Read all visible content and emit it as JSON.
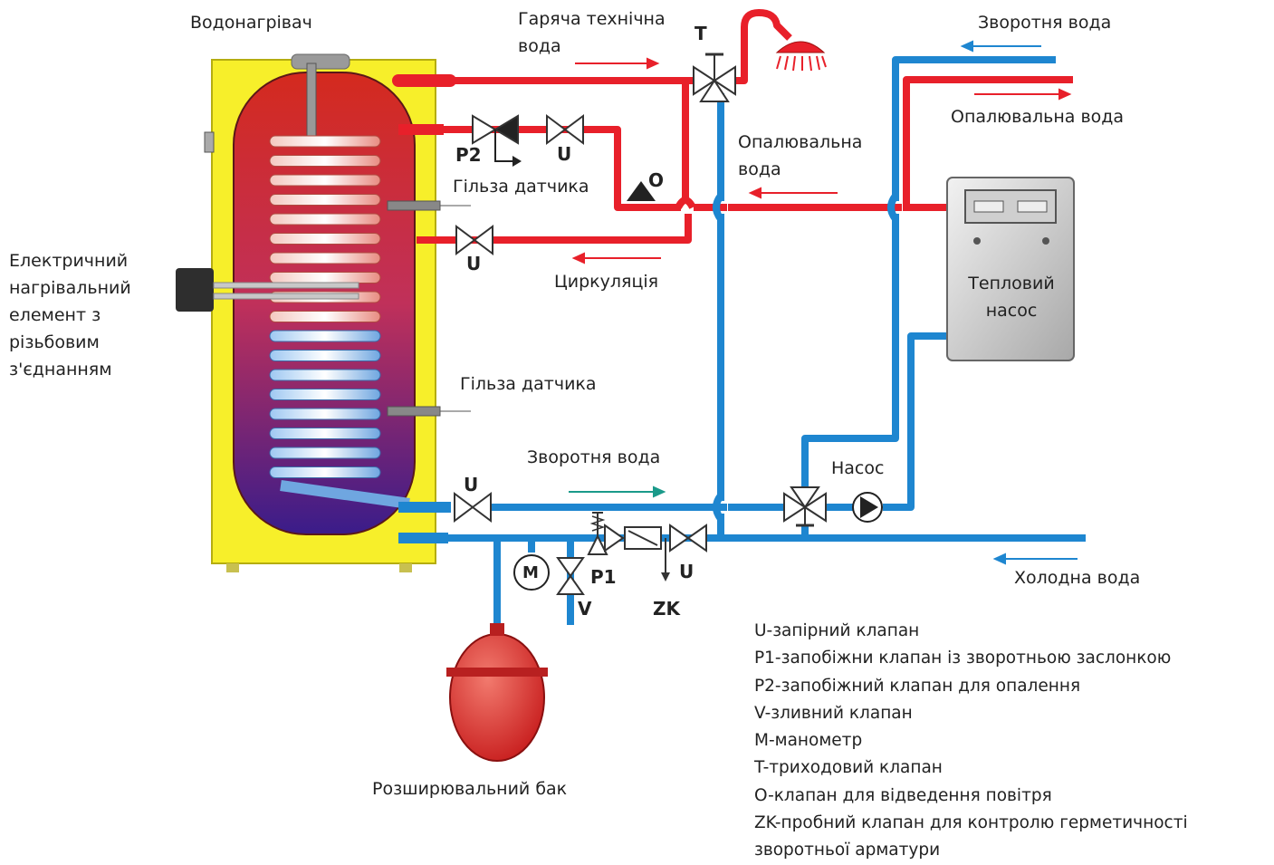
{
  "colors": {
    "hot": "#e8202a",
    "cold": "#1e86d0",
    "tank_casing": "#f7ef2a",
    "arrow_teal": "#1a9a8a"
  },
  "labels": {
    "water_heater": "Водонагрівач",
    "hot_tech_water_1": "Гаряча технічна",
    "hot_tech_water_2": "вода",
    "t_top": "T",
    "return_water_top": "Зворотня вода",
    "heating_water_right": "Опалювальна вода",
    "p2": "P2",
    "u_top": "U",
    "heating_water_mid_1": "Опалювальна",
    "heating_water_mid_2": "вода",
    "o": "O",
    "sensor_sleeve_top": "Гільза датчика",
    "u_circ": "U",
    "circulation": "Циркуляція",
    "electric_1": "Електричний",
    "electric_2": "нагрівальний",
    "electric_3": "елемент з",
    "electric_4": "різьбовим",
    "electric_5": "з'єднанням",
    "heat_pump_1": "Тепловий",
    "heat_pump_2": "насос",
    "sensor_sleeve_bottom": "Гільза датчика",
    "return_water_bottom": "Зворотня вода",
    "u_bottom": "U",
    "pump": "Насос",
    "m": "M",
    "p1": "P1",
    "u_cold": "U",
    "v": "V",
    "zk": "ZK",
    "cold_water": "Холодна вода",
    "expansion_tank": "Розширювальний бак"
  },
  "legend": [
    "U-запірний клапан",
    "P1-запобіжни клапан із зворотньою заслонкою",
    "P2-запобіжний клапан для опалення",
    "V-зливний клапан",
    "M-манометр",
    "T-триходовий клапан",
    "O-клапан для відведення повітря",
    "ZK-пробний клапан для контролю герметичності",
    "зворотньої арматури"
  ]
}
